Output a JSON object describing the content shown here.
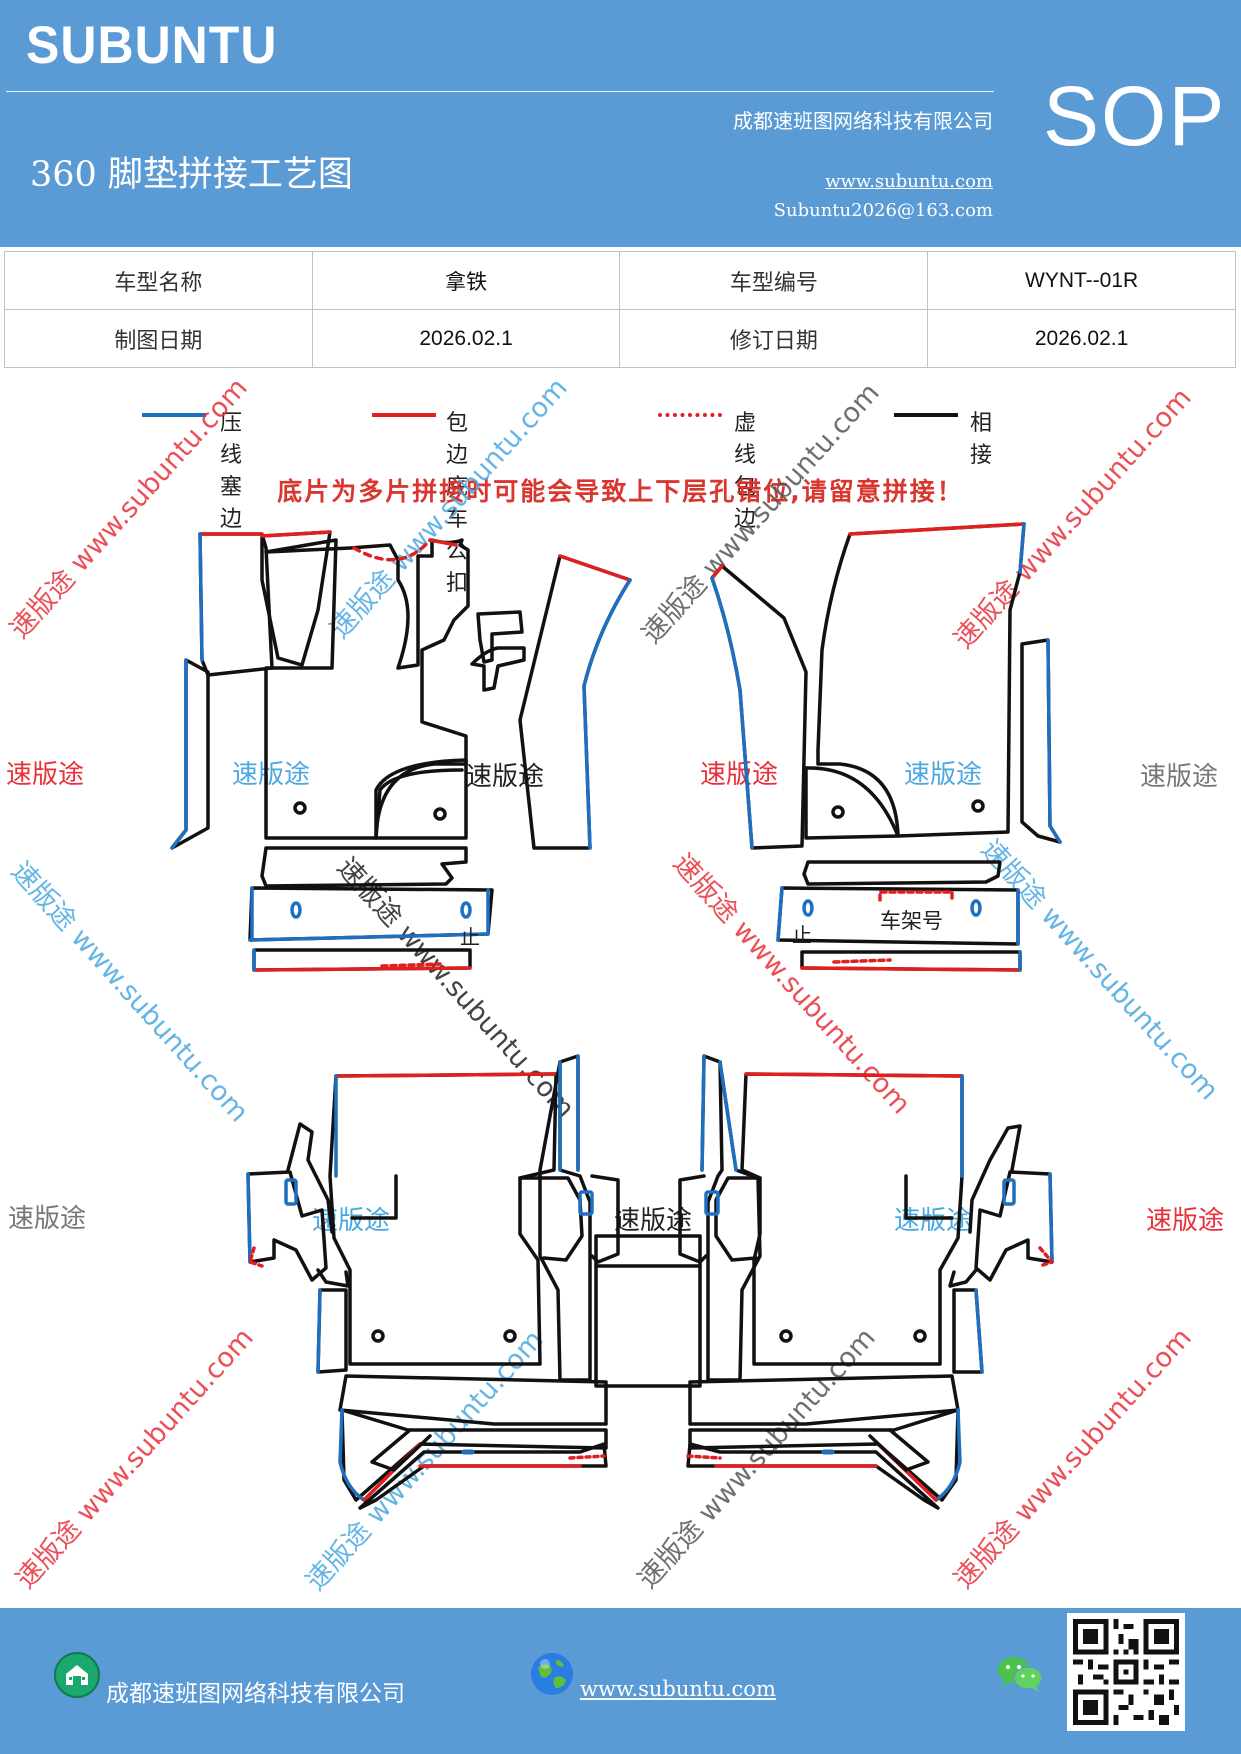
{
  "header": {
    "brand": "SUBUNTU",
    "title": "360 脚垫拼接工艺图",
    "company": "成都速班图网络科技有限公司",
    "website": "www.subuntu.com",
    "email": "Subuntu2026@163.com",
    "badge": "SOP"
  },
  "info": {
    "model_name_label": "车型名称",
    "model_name": "拿铁",
    "model_code_label": "车型编号",
    "model_code": "WYNT--01R",
    "draw_date_label": "制图日期",
    "draw_date": "2026.02.1",
    "revise_date_label": "修订日期",
    "revise_date": "2026.02.1"
  },
  "legend": [
    {
      "label": "压线塞边",
      "color": "#1f6fc0",
      "style": "solid"
    },
    {
      "label": "包边底车公扣",
      "color": "#e02020",
      "style": "solid"
    },
    {
      "label": "虚线包边",
      "color": "#e02020",
      "style": "dotted"
    },
    {
      "label": "相接",
      "color": "#111111",
      "style": "solid"
    }
  ],
  "warning": "底片为多片拼接时可能会导致上下层孔错位,请留意拼接！",
  "diagram_labels": {
    "stop_left": "止",
    "stop_right": "止",
    "frame_number": "车架号"
  },
  "watermarks": {
    "brand_cn": "速版途",
    "diagonal": "速版途 www.subuntu.com"
  },
  "footer": {
    "company": "成都速班图网络科技有限公司",
    "website": "www.subuntu.com"
  },
  "colors": {
    "header_bg": "#5b9bd5",
    "blue_edge": "#1f6fc0",
    "red_edge": "#e02020",
    "outline": "#111111",
    "warning": "#d8362e"
  }
}
